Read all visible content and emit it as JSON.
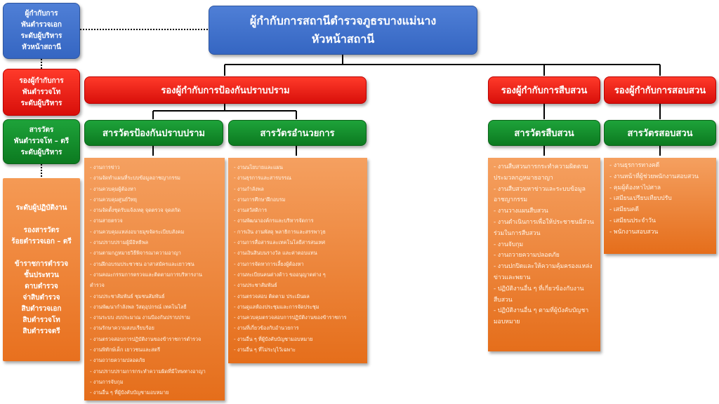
{
  "side_legend": {
    "superintendent": [
      "ผู้กำกับการ",
      "พันตำรวจเอก",
      "ระดับผู้บริหาร",
      "หัวหน้าสถานี"
    ],
    "deputy": [
      "รองผู้กำกับการ",
      "พันตำรวจโท",
      "ระดับผู้บริหาร"
    ],
    "inspector": [
      "สารวัตร",
      "พันตำรวจโท – ตรี",
      "ระดับผู้บริหาร"
    ],
    "operational": [
      "ระดับผู้ปฏิบัติงาน",
      "",
      "รองสารวัตร",
      "ร้อยตำรวจเอก – ตรี",
      "",
      "ข้าราชการตำรวจ",
      "ชั้นประทวน",
      "ดาบตำรวจ",
      "จ่าสิบตำรวจ",
      "สิบตำรวจเอก",
      "สิบตำรวจโท",
      "สิบตำรวจตรี"
    ]
  },
  "top": {
    "line1": "ผู้กำกับการสถานีตำรวจภูธรบางแม่นาง",
    "line2": "หัวหน้าสถานี"
  },
  "deputies": [
    "รองผู้กำกับการป้องกันปราบปราม",
    "รองผู้กำกับการสืบสวน",
    "รองผู้กำกับการสอบสวน"
  ],
  "inspectors": [
    "สารวัตรป้องกันปราบปราม",
    "สารวัตรอำนวยการ",
    "สารวัตรสืบสวน",
    "สารวัตรสอบสวน"
  ],
  "duties": {
    "prevention": [
      "- งานการข่าว",
      "- งานจัดทำแผนที่ระบบข้อมูลอาชญากรรม",
      "- งานควบคุมผู้ต้องหา",
      "- งานควบคุมศูนย์วิทยุ",
      "- งานจัดตั้งชุดรับแจ้งเหตุ จุดตรวจ จุดสกัด",
      "- งานสายตรวจ",
      "- งานควบคุมแหล่งอบายมุขจัดระเบียบสังคม",
      "- งานปราบปรามผู้มีอิทธิพล",
      "- งานตามกฎหมายวิธีพิจารณาความอาญา",
      "- งานฝึกอบรมประชาชน อาสาสมัครและเยาวชน",
      "- งานคณะกรรมการตรวจและติดตามการบริหารงาน",
      "  ตำรวจ",
      "- งานประชาสัมพันธ์ ชุมชนสัมพันธ์",
      "- งานพัฒนากำลังพล วัสดุอุปกรณ์ เทคโนโลยี",
      "- งานระบบ งบประมาณ งานป้องกันปราบปราม",
      "- งานรักษาความสงบเรียบร้อย",
      "- งานตรวจสอบการปฏิบัติงานของข้าราชการตำรวจ",
      "- งานพิทักษ์เด็ก เยาวชนและสตรี",
      "- งานถวายความปลอดภัย",
      "- งานปราบปรามการกระทำความผิดที่มีโทษทางอาญา",
      "- งานการจับกุม",
      "- งานอื่น ๆ ที่ผู้บังคับบัญชามอบหมาย"
    ],
    "administration": [
      "- งานนโยบายและแผน",
      "- งานธุรการและสารบรรณ",
      "- งานกำลังพล",
      "- งานการศึกษาฝึกอบรม",
      "- งานสวัสดิการ",
      "- งานพัฒนาองค์กรและบริหารจัดการ",
      "- การเงิน งานพัสดุ พลาธิการและสรรพาวุธ",
      "- งานการสื่อสารและเทคโนโลยีสารสนเทศ",
      "- งานเงินสินบนรางวัล และค่าตอบแทน",
      "- งานการจัดหาการเลี้ยงผู้ต้องหา",
      "- งานทะเบียนคนต่างด้าว ขออนุญาตต่าง ๆ",
      "- งานประชาสัมพันธ์",
      "- งานตรวจสอบ ติดตาม ประเมินผล",
      "- งานดูแลห้องประชุมและการจัดประชุม",
      "- งานควบคุมตรวจสอบการปฏิบัติงานของข้าราชการ",
      "- งานที่เกี่ยวข้องกับอำนวยการ",
      "- งานอื่น ๆ ที่ผู้บังคับบัญชามอบหมาย",
      "- งานอื่น ๆ ที่ไม่ระบุไว้เฉพาะ"
    ],
    "investigation": [
      "- งานสืบสวนการกระทำความผิดตามประมวลกฎหมายอาญา",
      "- งานสืบสวนหาข่าวและระบบข้อมูลอาชญากรรม",
      "- งานวางแผนสืบสวน",
      "- งานดำเนินการเพื่อให้ประชาชนมีส่วนร่วมในการสืบสวน",
      "- งานจับกุม",
      "- งานถวายความปลอดภัย",
      "- งานปกปิดและให้ความคุ้มครองแหล่งข่าวและพยาน",
      "- ปฏิบัติงานอื่น ๆ ที่เกี่ยวข้องกับงานสืบสวน",
      "- ปฏิบัติงานอื่น ๆ ตามที่ผู้บังคับบัญชามอบหมาย"
    ],
    "inquiry": [
      "- งานธุรการทางคดี",
      "- งานหน้าที่ผู้ช่วยพนักงานสอบสวน",
      "- คุมผู้ต้องหาไปศาล",
      "- เสมียนเปรียบเทียบปรับ",
      "- เสมียนคดี",
      "- เสมียนประจำวัน",
      "- พนักงานสอบสวน"
    ]
  }
}
